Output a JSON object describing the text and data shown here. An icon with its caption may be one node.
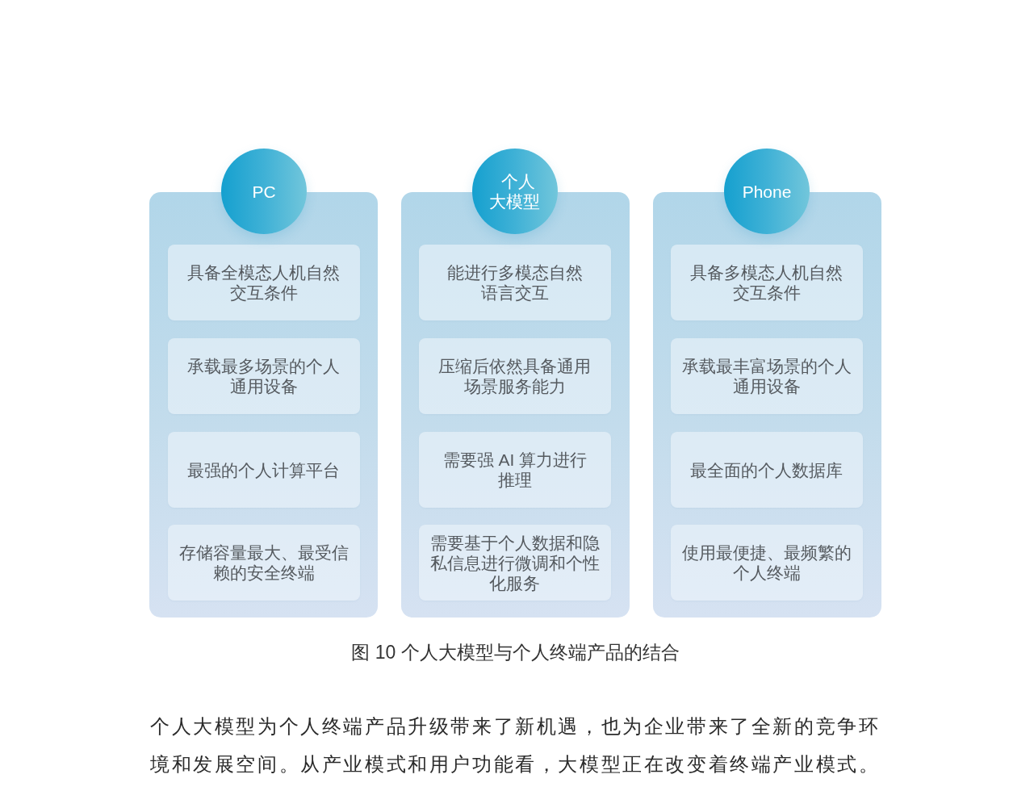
{
  "diagram": {
    "caption": "图 10 个人大模型与个人终端产品的结合",
    "nodes": [
      {
        "text": [],
        "shape": "box"
      },
      {
        "text": [
          "PC"
        ]
      },
      {
        "text": [
          "具备全模态人机自然交互条件"
        ],
        "in": 0
      },
      {
        "text": [
          "承载最多场景的个人通用设备"
        ],
        "in": 0
      },
      {
        "text": [
          "最强的个人计算平台"
        ],
        "in": 0
      },
      {
        "text": [
          "存储容量最大、最受信赖的安全终端"
        ],
        "in": 0
      },
      {
        "text": [],
        "shape": "box"
      },
      {
        "text": [
          "个人大模型"
        ]
      },
      {
        "text": [
          "能进行多模态自然语言交互"
        ],
        "in": 6
      },
      {
        "text": [
          "压缩后依然具备通用场景服务能力"
        ],
        "in": 6
      },
      {
        "text": [
          "需要强 AI 算力进行推理"
        ],
        "in": 6
      },
      {
        "text": [
          "需要基于个人数据和隐私信息进行微调和个性化服务"
        ],
        "in": 6
      },
      {
        "text": [],
        "shape": "box"
      },
      {
        "text": [
          "Phone"
        ]
      },
      {
        "text": [
          "具备多模态人机自然交互条件"
        ],
        "in": 12
      },
      {
        "text": [
          "承载最丰富场景的个人通用设备"
        ],
        "in": 12
      },
      {
        "text": [
          "最全面的个人数据库"
        ],
        "in": 12
      },
      {
        "text": [
          "使用最便捷、最频繁的个人终端"
        ],
        "in": 12
      }
    ],
    "labels": [
      "个人大模型为个人终端产品升级带来了新机遇，也为企业带来了全新的竞争环境和发展空间。从产业模式和用户功能看，大模型正在改变着终端产业模式。"
    ]
  }
}
